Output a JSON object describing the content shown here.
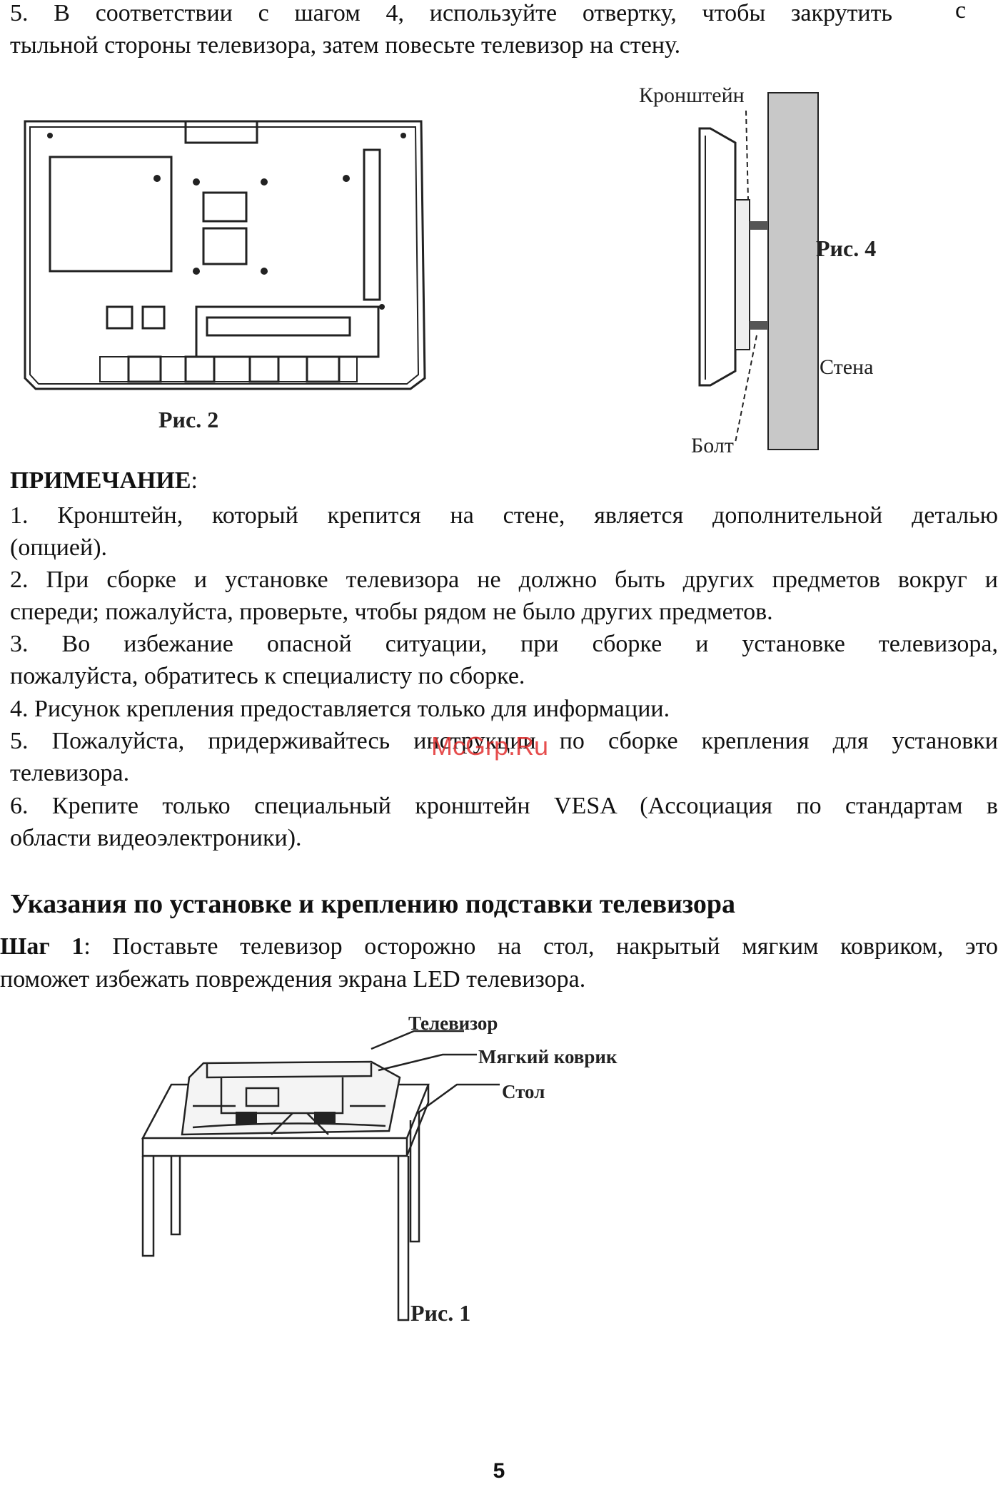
{
  "intro": {
    "line1": "5. В соответствии с шагом 4, используйте отвертку, чтобы закрутить",
    "line1_end": "с",
    "line2": "тыльной стороны телевизора, затем повесьте телевизор на стену."
  },
  "figures": {
    "fig2_caption": "Рис. 2",
    "fig4_caption": "Рис. 4",
    "fig4_bracket_label": "Кронштейн",
    "fig4_wall_label": "Стена",
    "fig4_bolt_label": "Болт",
    "fig1_caption": "Рис. 1",
    "fig1_tv_label": "Телевизор",
    "fig1_mat_label": "Мягкий коврик",
    "fig1_table_label": "Стол"
  },
  "note": {
    "title": "ПРИМЕЧАНИЕ",
    "title_suffix": ":",
    "items": [
      {
        "line1": "1. Кронштейн, который крепится на стене, является дополнительной деталью",
        "line2": "(опцией)."
      },
      {
        "line1": "2. При сборке и установке телевизора не должно быть других предметов вокруг и",
        "line2": "спереди; пожалуйста, проверьте, чтобы рядом не было других предметов."
      },
      {
        "line1": "3. Во избежание опасной ситуации, при сборке и установке телевизора,",
        "line2": "пожалуйста, обратитесь к специалисту по сборке."
      },
      {
        "line1": "4. Рисунок крепления предоставляется только для информации.",
        "line2": ""
      },
      {
        "line1": "5. Пожалуйста, придерживайтесь инструкции по сборке крепления для установки",
        "line2": "телевизора."
      },
      {
        "line1": "6. Крепите только специальный кронштейн  VESA (Ассоциация по стандартам в",
        "line2": "области видеоэлектроники)."
      }
    ]
  },
  "section": {
    "heading": "Указания по установке и креплению подставки телевизора",
    "step_label": "Шаг 1",
    "step_text_a": ": Поставьте телевизор осторожно на стол, накрытый мягким ковриком, это",
    "step_text_b": "поможет избежать повреждения экрана LED телевизора."
  },
  "watermark": "McGrp.Ru",
  "page_number": "5"
}
